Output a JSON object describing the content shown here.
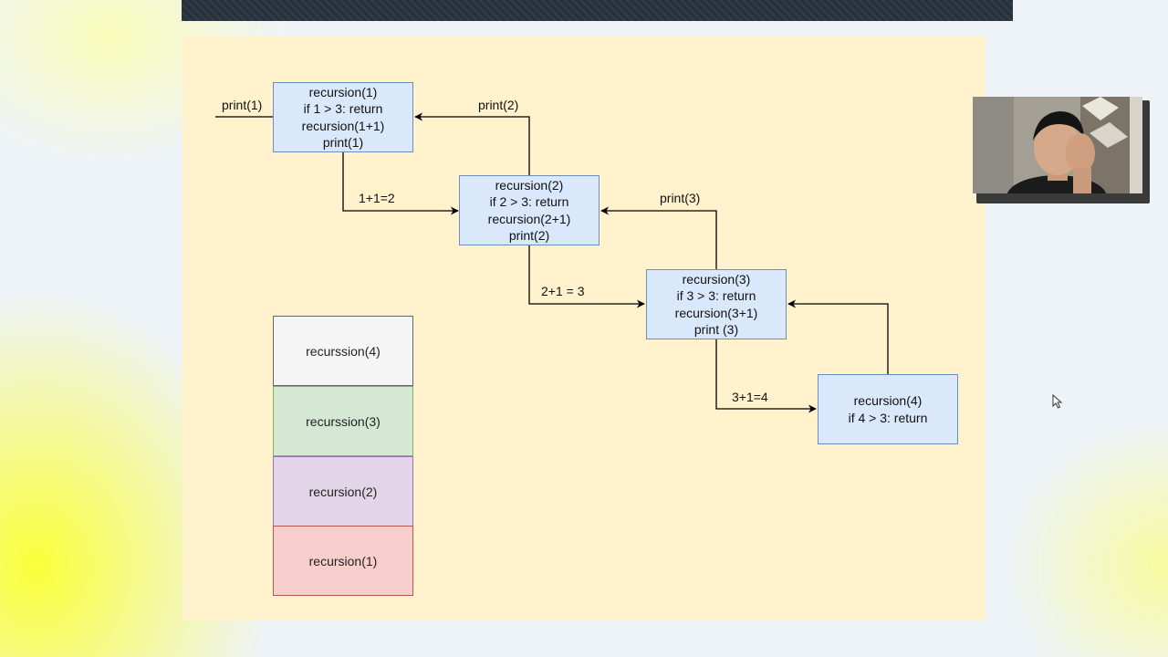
{
  "nodes": [
    {
      "id": "r1",
      "lines": [
        "recursion(1)",
        "if 1 > 3: return",
        "recursion(1+1)",
        "print(1)"
      ]
    },
    {
      "id": "r2",
      "lines": [
        "recursion(2)",
        "if 2 > 3: return",
        "recursion(2+1)",
        "print(2)"
      ]
    },
    {
      "id": "r3",
      "lines": [
        "recursion(3)",
        "if 3 > 3: return",
        "recursion(3+1)",
        "print (3)"
      ]
    },
    {
      "id": "r4",
      "lines": [
        "recursion(4)",
        "if 4 > 3: return"
      ]
    }
  ],
  "edge_labels": {
    "print1": "print(1)",
    "print2": "print(2)",
    "print3": "print(3)",
    "step1": "1+1=2",
    "step2": "2+1 = 3",
    "step3": "3+1=4"
  },
  "stack": [
    {
      "label": "recurssion(4)",
      "fill": "#f5f5f5",
      "stroke": "#666666"
    },
    {
      "label": "recurssion(3)",
      "fill": "#d5e8d4",
      "stroke": "#82b366"
    },
    {
      "label": "recursion(2)",
      "fill": "#e1d5e7",
      "stroke": "#9673a6"
    },
    {
      "label": "recursion(1)",
      "fill": "#f8cecc",
      "stroke": "#b85450"
    }
  ],
  "colors": {
    "slide_bg": "#fff2cc",
    "node_fill": "#dae8fc",
    "node_stroke": "#6c8ebf",
    "edge": "#000000"
  },
  "icons": [
    "mouse-cursor-icon",
    "webcam-presenter"
  ]
}
